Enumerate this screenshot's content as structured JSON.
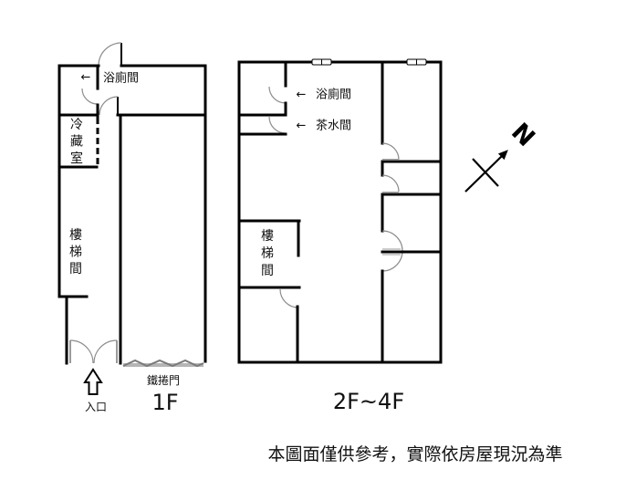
{
  "plans": {
    "first_floor": {
      "title": "1F",
      "bathroom": {
        "arrow": "←",
        "label": "浴廁間"
      },
      "cold_storage_label": "冷藏室",
      "stairs_label": "樓梯間",
      "rolling_shutter_label": "鐵捲門",
      "entrance_label": "入口",
      "entrance_icon": "up-arrow-outline-icon"
    },
    "upper_floors": {
      "title": "2F~4F",
      "bathroom": {
        "arrow": "←",
        "label": "浴廁間"
      },
      "pantry": {
        "arrow": "←",
        "label": "茶水間"
      },
      "stairs_label": "樓梯間"
    }
  },
  "compass": {
    "north_label": "N",
    "icon": "north-arrow-icon"
  },
  "disclaimer": "本圖面僅供參考，實際依房屋現況為準",
  "colors": {
    "wall": "#000000",
    "door_swing": "#8c8c8c",
    "rolling_shutter": "#7a7a7a",
    "text": "#111111",
    "background": "#ffffff"
  }
}
